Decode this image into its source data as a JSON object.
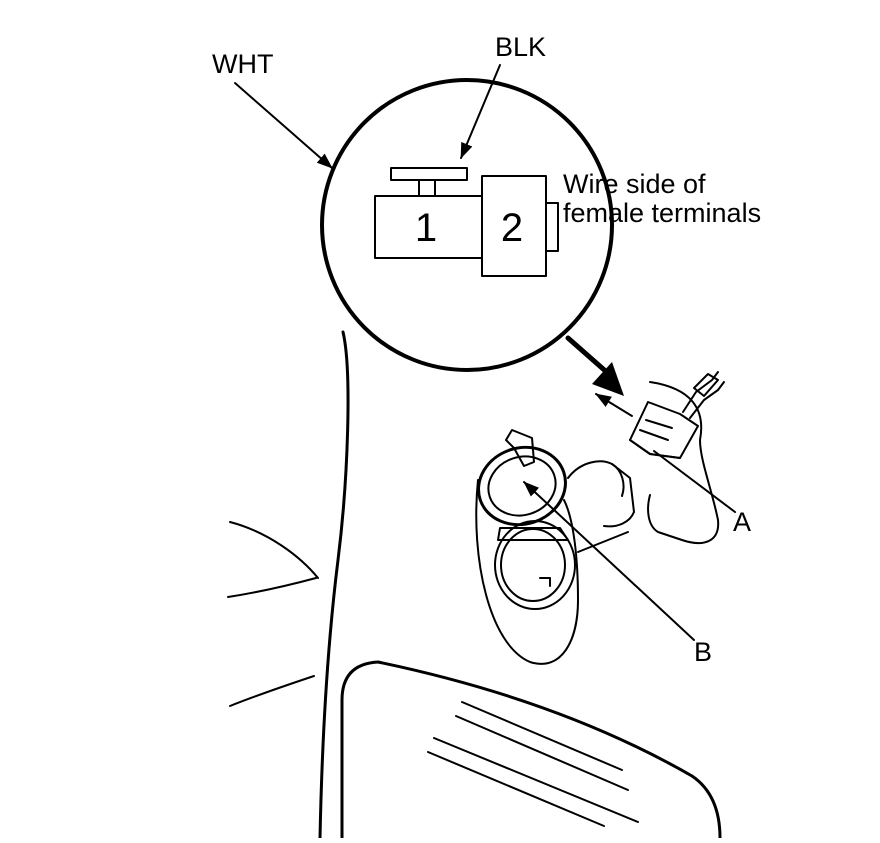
{
  "labels": {
    "wht": "WHT",
    "blk": "BLK",
    "wire_side": "Wire side of",
    "female_terminals": "female terminals",
    "a": "A",
    "b": "B"
  },
  "connector": {
    "terminal_1": "1",
    "terminal_2": "2"
  }
}
